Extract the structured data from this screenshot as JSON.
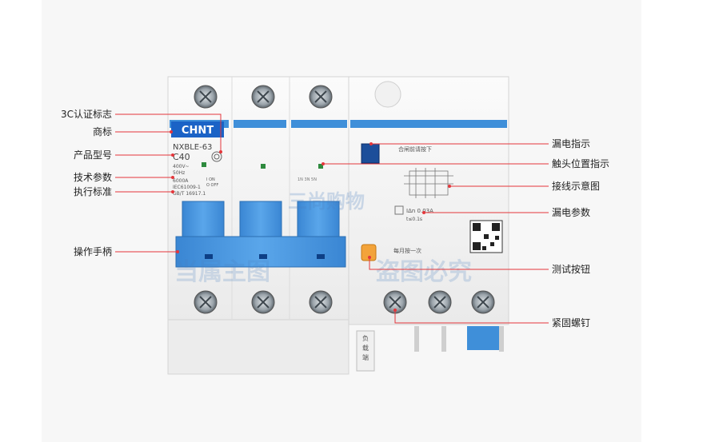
{
  "left_labels": [
    "3C认证标志",
    "商标",
    "产品型号",
    "技术参数",
    "执行标准",
    "操作手柄"
  ],
  "right_labels": [
    "漏电指示",
    "触头位置指示",
    "接线示意图",
    "漏电参数",
    "测试按钮",
    "紧固螺钉"
  ],
  "device": {
    "brand": "CHNT",
    "model": "NXBLE-63",
    "rating": "C40",
    "specs": [
      "400V~",
      "50Hz",
      "6000A",
      "IEC61009-1",
      "GB/T 16917.1"
    ],
    "on_off": [
      "I ON",
      "O OFF"
    ],
    "hint": "合闸前请按下",
    "leak_params": [
      "IΔn 0.03A",
      "t≤0.1s"
    ],
    "test_note": "每月按一次",
    "load_side": [
      "负",
      "载",
      "端"
    ],
    "terminal_code": "1N 3N 5N"
  },
  "watermarks": [
    "三尚购物",
    "当属主图",
    "盗图必究"
  ],
  "colors": {
    "accent": "#3f8fd9",
    "handle": "#4a97dd",
    "test_button": "#f3a33a",
    "indicator": "#1c4e9a",
    "callout_line": "#e4363b",
    "callout_dot": "#e4363b"
  }
}
